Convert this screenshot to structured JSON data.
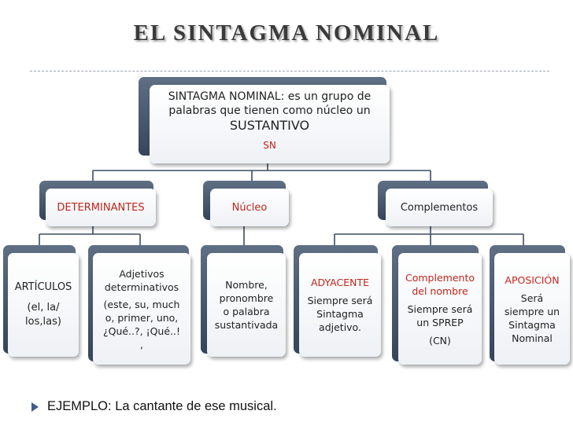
{
  "title": "EL SINTAGMA NOMINAL",
  "root": {
    "line1": "SINTAGMA NOMINAL: es un grupo de",
    "line2": "palabras que tienen como núcleo un",
    "line3": "SUSTANTIVO",
    "abbr": "SN"
  },
  "level1": {
    "determinantes": "DETERMINANTES",
    "nucleo": "Núcleo",
    "complementos": "Complementos"
  },
  "articulos": {
    "title": "ARTÍCULOS",
    "line1": "(el, la/",
    "line2": "los,las)"
  },
  "adjetivos": {
    "line1": "Adjetivos",
    "line2": "determinativos",
    "line3": "(este, su, much",
    "line4": "o, primer, uno,",
    "line5": "¿Qué..?, ¡Qué..!",
    "line6": ","
  },
  "nucleo_detail": {
    "line1": "Nombre,",
    "line2": "pronombre",
    "line3": "o palabra",
    "line4": "sustantivada"
  },
  "adyacente": {
    "title": "ADYACENTE",
    "line1": "Siempre será",
    "line2": "Sintagma",
    "line3": "adjetivo."
  },
  "complemento_nombre": {
    "title1": "Complemento",
    "title2": "del nombre",
    "line1": "Siempre será",
    "line2": "un SPREP",
    "line3": "(CN)"
  },
  "aposicion": {
    "title": "APOSICIÓN",
    "line1": "Será",
    "line2": "siempre un",
    "line3": "Sintagma",
    "line4": "Nominal"
  },
  "example": "EJEMPLO:  La cantante de ese musical.",
  "colors": {
    "accent_red": "#c0261b",
    "box_dark": "#3e4c60",
    "bullet_blue": "#3e5f8a"
  }
}
